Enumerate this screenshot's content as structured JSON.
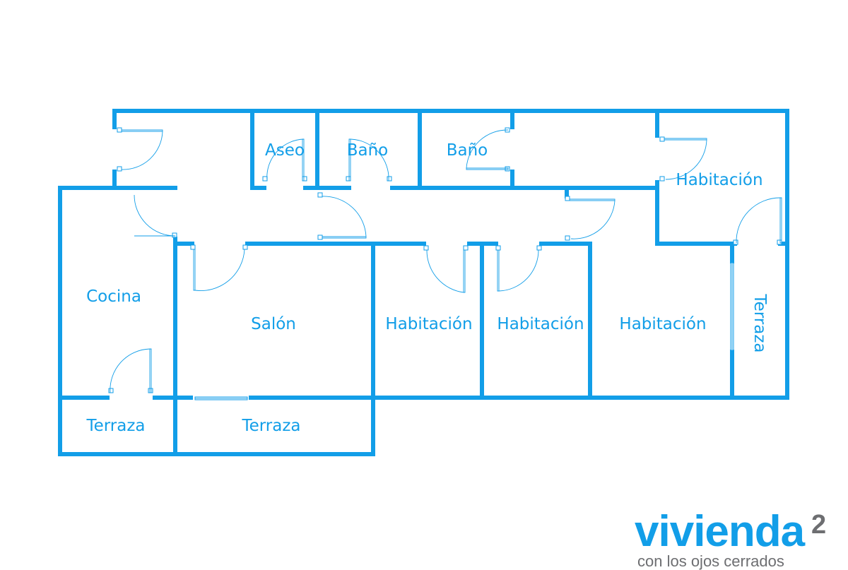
{
  "floorplan": {
    "wall_color": "#129ee8",
    "rooms": {
      "aseo": "Aseo",
      "bano_1": "Baño",
      "bano_2": "Baño",
      "habitacion_ne": "Habitación",
      "cocina": "Cocina",
      "salon": "Salón",
      "habitacion_1": "Habitación",
      "habitacion_2": "Habitación",
      "habitacion_3": "Habitación",
      "terraza_side": "Terraza",
      "terraza_cocina": "Terraza",
      "terraza_salon": "Terraza"
    }
  },
  "brand": {
    "name": "vivienda",
    "superscript": "2",
    "tagline": "con los ojos cerrados",
    "primary_color": "#129ee8",
    "secondary_color": "#6d6e71"
  }
}
